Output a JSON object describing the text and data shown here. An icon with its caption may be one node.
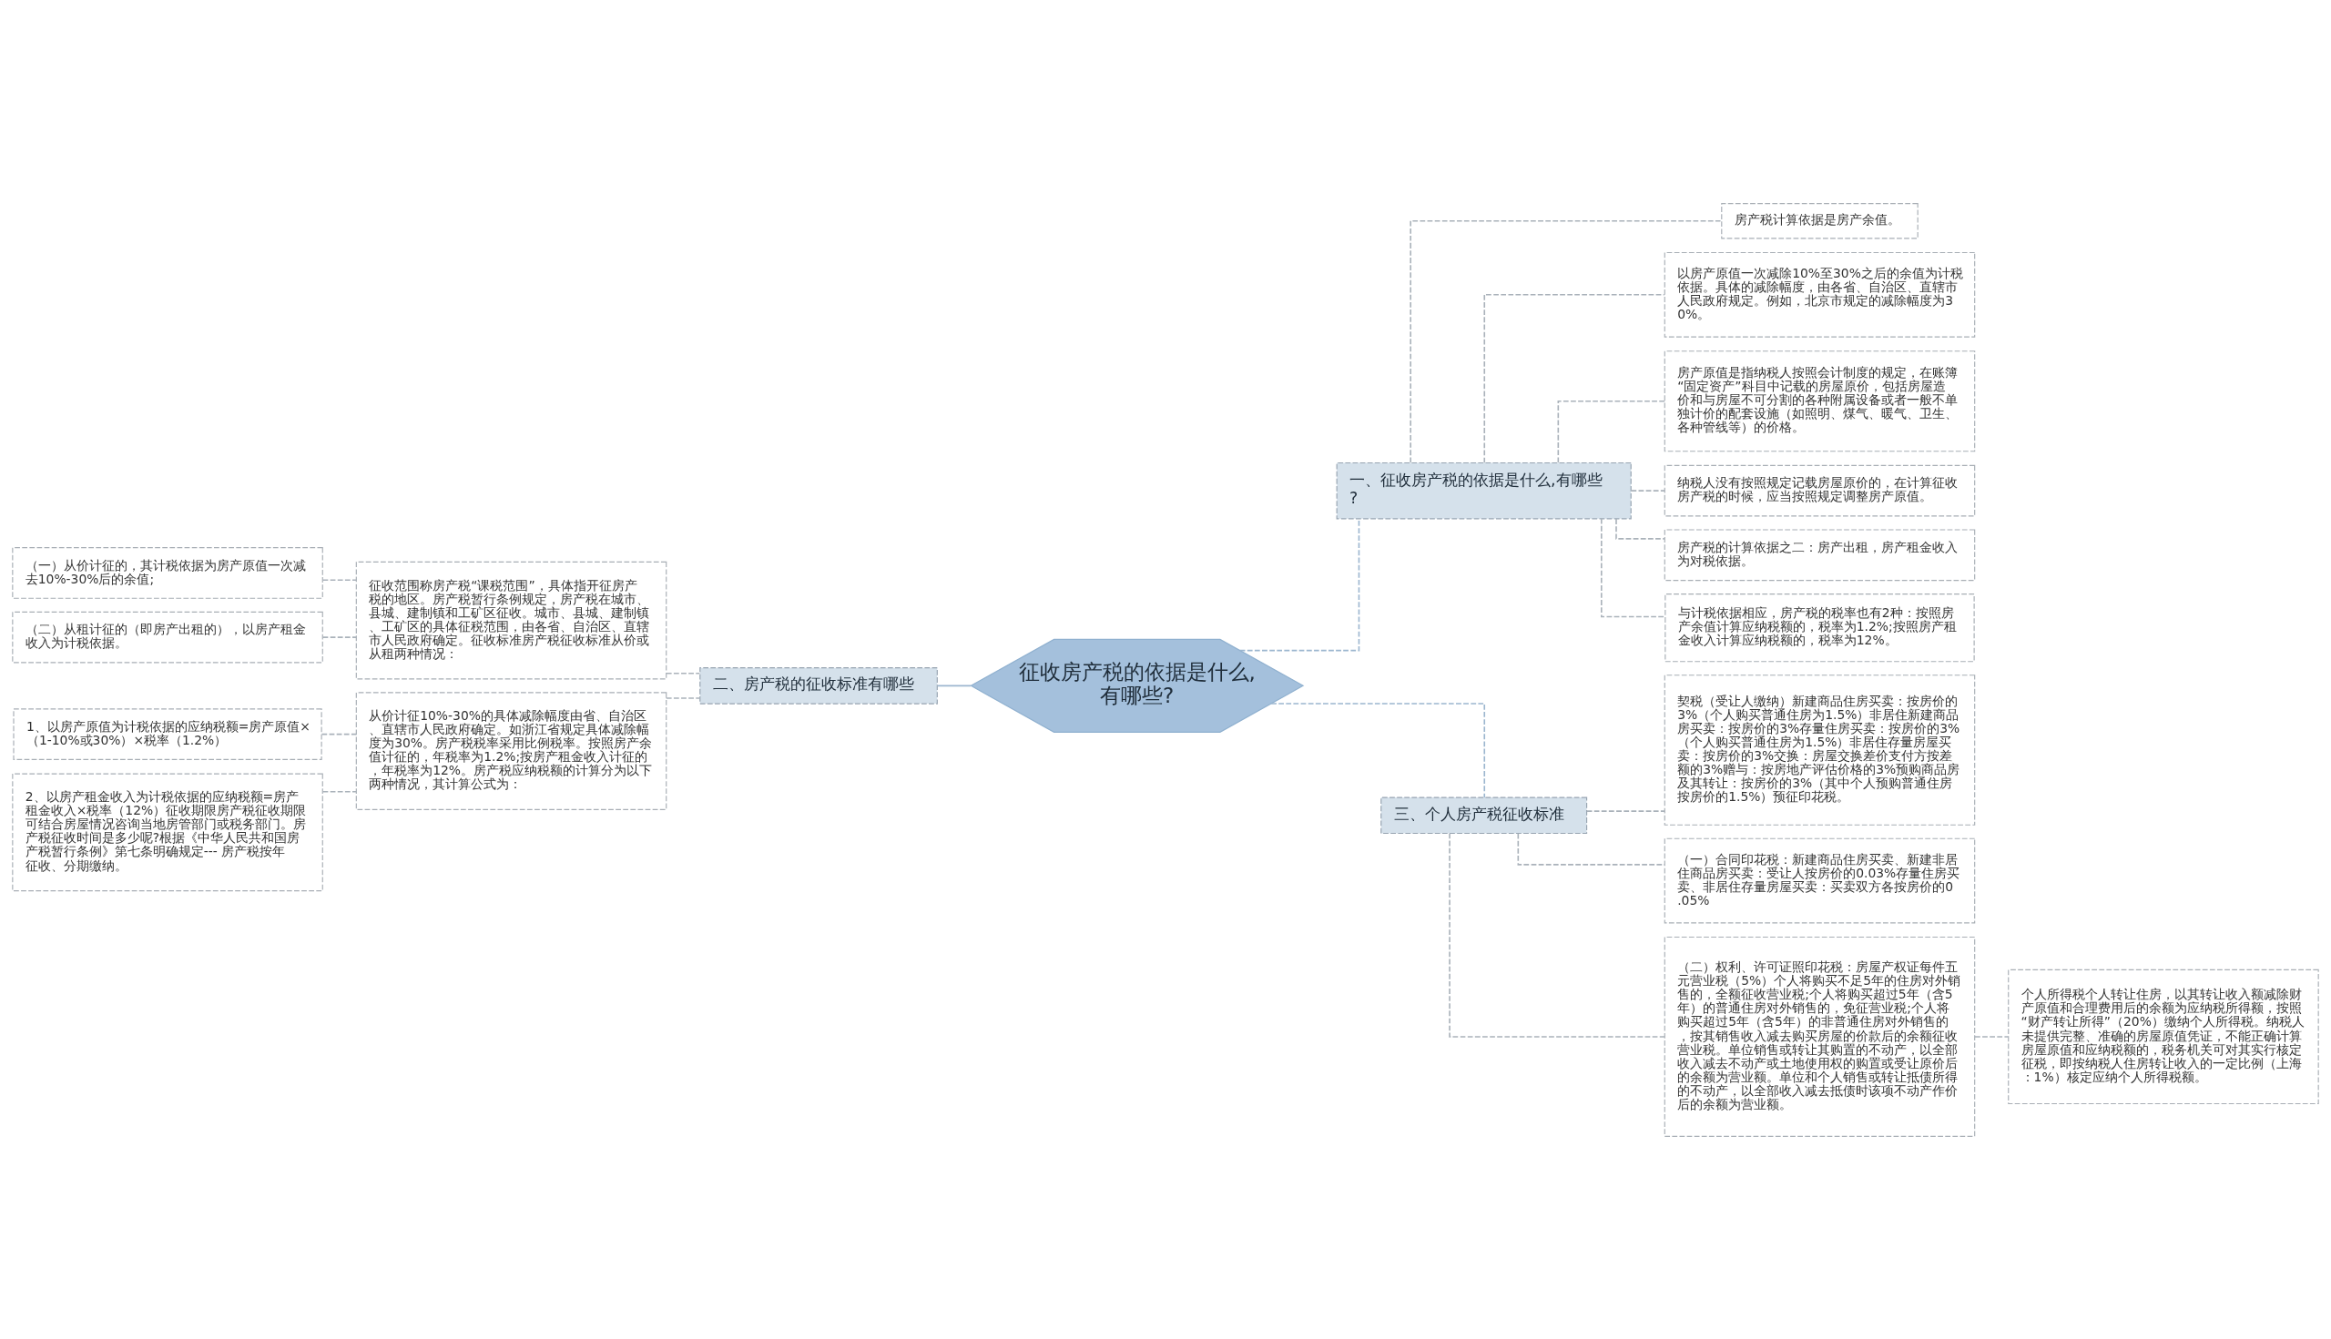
{
  "diagram": {
    "nodes": [
      {
        "text": [
          "征收房产税的依据是什么,有哪些?"
        ]
      },
      {
        "text": [
          "一、征收房产税的依据是什么,有哪些?"
        ]
      },
      {
        "text": [
          "房产税计算依据是房产余值。"
        ]
      },
      {
        "text": [
          "以房产原值一次减除10%至30%之后的余值为计税依据。具体的减除幅度，由各省、自治区、直辖市人民政府规定。例如，北京市规定的减除幅度为30%。"
        ]
      },
      {
        "text": [
          "房产原值是指纳税人按照会计制度的规定，在账簿“固定资产”科目中记载的房屋原价，包括房屋造价和与房屋不可分割的各种附属设备或者一般不单独计价的配套设施（如照明、煤气、暖气、卫生、各种管线等）的价格。"
        ]
      },
      {
        "text": [
          "纳税人没有按照规定记载房屋原价的，在计算征收房产税的时候，应当按照规定调整房产原值。"
        ]
      },
      {
        "text": [
          "房产税的计算依据之二：房产出租，房产租金收入为对税依据。"
        ]
      },
      {
        "text": [
          "与计税依据相应，房产税的税率也有2种：按照房产余值计算应纳税额的，税率为1.2%;按照房产租金收入计算应纳税额的，税率为12%。"
        ]
      },
      {
        "text": [
          "三、个人房产税征收标准"
        ]
      },
      {
        "text": [
          "契税（受让人缴纳）新建商品住房买卖：按房价的3%（个人购买普通住房为1.5%）非居住新建商品房买卖：按房价的3%存量住房买卖：按房价的3%（个人购买普通住房为1.5%）非居住存量房屋买卖：按房价的3%交换：房屋交换差价支付方按差额的3%赠与：按房地产评估价格的3%预购商品房及其转让：按房价的3%（其中个人预购普通住房按房价的1.5%）预征印花税。"
        ]
      },
      {
        "text": [
          "（一）合同印花税：新建商品住房买卖、新建非居住商品房买卖：受让人按房价的0.03%存量住房买卖、非居住存量房屋买卖：买卖双方各按房价的0.05%"
        ]
      },
      {
        "text": [
          "（二）权利、许可证照印花税：房屋产权证每件五元营业税（5%）个人将购买不足5年的住房对外销售的，全额征收营业税;个人将购买超过5年（含5年）的普通住房对外销售的，免征营业税;个人将购买超过5年（含5年）的非普通住房对外销售的，按其销售收入减去购买房屋的价款后的余额征收营业税。单位销售或转让其购置的不动产，以全部收入减去不动产或土地使用权的购置或受让原价后的余额为营业额。单位和个人销售或转让抵债所得的不动产，以全部收入减去抵债时该项不动产作价后的余额为营业额。"
        ]
      },
      {
        "text": [
          "个人所得税个人转让住房，以其转让收入额减除财产原值和合理费用后的余额为应纳税所得额，按照“财产转让所得”（20%）缴纳个人所得税。纳税人未提供完整、准确的房屋原值凭证，不能正确计算房屋原值和应纳税额的，税务机关可对其实行核定征税，即按纳税人住房转让收入的一定比例（上海：1%）核定应纳个人所得税额。"
        ]
      },
      {
        "text": [
          "二、房产税的征收标准有哪些"
        ]
      },
      {
        "text": [
          "征收范围称房产税“课税范围”，具体指开征房产税的地区。房产税暂行条例规定，房产税在城市、县城、建制镇和工矿区征收。城市、县城、建制镇、工矿区的具体征税范围，由各省、自治区、直辖市人民政府确定。征收标准房产税征收标准从价或从租两种情况："
        ]
      },
      {
        "text": [
          "（一）从价计征的，其计税依据为房产原值一次减去10%-30%后的余值;"
        ]
      },
      {
        "text": [
          "（二）从租计征的（即房产出租的），以房产租金收入为计税依据。"
        ]
      },
      {
        "text": [
          "从价计征10%-30%的具体减除幅度由省、自治区、直辖市人民政府确定。如浙江省规定具体减除幅度为30%。房产税税率采用比例税率。按照房产余值计征的，年税率为1.2%;按房产租金收入计征的，年税率为12%。房产税应纳税额的计算分为以下两种情况，其计算公式为："
        ]
      },
      {
        "text": [
          "1、以房产原值为计税依据的应纳税额=房产原值×（1-10%或30%）×税率（1.2%）"
        ]
      },
      {
        "text": [
          "2、以房产租金收入为计税依据的应纳税额=房产租金收入×税率（12%）征收期限房产税征收期限可结合房屋情况咨询当地房管部门或税务部门。房产税征收时间是多少呢?根据《中华人民共和国房产税暂行条例》第七条明确规定--- 房产税按年征收、分期缴纳。"
        ]
      }
    ],
    "edges": [
      {
        "from": 0,
        "to": 1,
        "arrow": "none",
        "style": "dashed",
        "color": "#9cb6cf"
      },
      {
        "from": 1,
        "to": 2,
        "arrow": "none",
        "style": "dashed"
      },
      {
        "from": 1,
        "to": 3,
        "arrow": "none",
        "style": "dashed"
      },
      {
        "from": 1,
        "to": 4,
        "arrow": "none",
        "style": "dashed"
      },
      {
        "from": 1,
        "to": 5,
        "arrow": "none",
        "style": "dashed"
      },
      {
        "from": 1,
        "to": 6,
        "arrow": "none",
        "style": "dashed"
      },
      {
        "from": 1,
        "to": 7,
        "arrow": "none",
        "style": "dashed"
      },
      {
        "from": 0,
        "to": 8,
        "arrow": "none",
        "style": "dashed",
        "color": "#9cb6cf"
      },
      {
        "from": 8,
        "to": 9,
        "arrow": "none",
        "style": "dashed"
      },
      {
        "from": 8,
        "to": 10,
        "arrow": "none",
        "style": "dashed"
      },
      {
        "from": 8,
        "to": 11,
        "arrow": "none",
        "style": "dashed"
      },
      {
        "from": 11,
        "to": 12,
        "arrow": "none",
        "style": "dashed"
      },
      {
        "from": 13,
        "to": 0,
        "arrow": "none",
        "color": "#9cb6cf"
      },
      {
        "from": 14,
        "to": 13,
        "arrow": "none",
        "style": "dashed"
      },
      {
        "from": 15,
        "to": 14,
        "arrow": "none",
        "style": "dashed"
      },
      {
        "from": 16,
        "to": 14,
        "arrow": "none",
        "style": "dashed"
      },
      {
        "from": 17,
        "to": 13,
        "arrow": "none",
        "style": "dashed"
      },
      {
        "from": 18,
        "to": 17,
        "arrow": "none",
        "style": "dashed"
      },
      {
        "from": 19,
        "to": 17,
        "arrow": "none",
        "style": "dashed"
      }
    ]
  }
}
